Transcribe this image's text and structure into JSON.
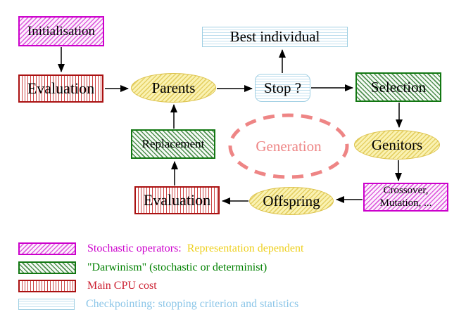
{
  "diagram": {
    "nodes": {
      "initialisation": {
        "label": "Initialisation",
        "style": "magenta-hatch"
      },
      "evaluation_top": {
        "label": "Evaluation",
        "style": "red-vertical-stripes"
      },
      "parents": {
        "label": "Parents",
        "style": "yellow-hatch-ellipse"
      },
      "best_individual": {
        "label": "Best individual",
        "style": "cyan-horizontal-stripes"
      },
      "stop": {
        "label": "Stop ?",
        "style": "cyan-horizontal-stripes-rounded"
      },
      "selection": {
        "label": "Selection",
        "style": "green-hatch"
      },
      "replacement": {
        "label": "Replacement",
        "style": "green-hatch"
      },
      "generation": {
        "label": "Generation",
        "style": "salmon-dashed-ellipse"
      },
      "genitors": {
        "label": "Genitors",
        "style": "yellow-hatch-ellipse"
      },
      "evaluation_bottom": {
        "label": "Evaluation",
        "style": "red-vertical-stripes"
      },
      "offspring": {
        "label": "Offspring",
        "style": "yellow-hatch-ellipse"
      },
      "crossover": {
        "label_line1": "Crossover,",
        "label_line2": "Mutation, ...",
        "style": "magenta-hatch"
      }
    },
    "edges": [
      {
        "from": "initialisation",
        "to": "evaluation_top"
      },
      {
        "from": "evaluation_top",
        "to": "parents"
      },
      {
        "from": "parents",
        "to": "stop"
      },
      {
        "from": "stop",
        "to": "best_individual"
      },
      {
        "from": "stop",
        "to": "selection"
      },
      {
        "from": "selection",
        "to": "genitors"
      },
      {
        "from": "genitors",
        "to": "crossover"
      },
      {
        "from": "crossover",
        "to": "offspring"
      },
      {
        "from": "offspring",
        "to": "evaluation_bottom"
      },
      {
        "from": "evaluation_bottom",
        "to": "replacement"
      },
      {
        "from": "replacement",
        "to": "parents"
      }
    ]
  },
  "legend": {
    "items": [
      {
        "swatch": "magenta-hatch",
        "text": "Stochastic operators:",
        "text2": "  Representation dependent",
        "text_color": "#cc00cc",
        "text2_color": "#eed020"
      },
      {
        "swatch": "green-hatch",
        "text": "\"Darwinism\" (stochastic or determinist)",
        "text_color": "#008000"
      },
      {
        "swatch": "red-vertical-stripes",
        "text": "Main CPU cost",
        "text_color": "#cc2233"
      },
      {
        "swatch": "cyan-horizontal-stripes",
        "text": "Checkpointing: stopping criterion and statistics",
        "text_color": "#8cc6e8"
      }
    ]
  },
  "colors": {
    "magenta": "#cc00cc",
    "green": "#127712",
    "red": "#aa1111",
    "cyan": "#9fcfe3",
    "yellow": "#dcc24a",
    "salmon": "#ee8585",
    "arrow": "#000000"
  }
}
